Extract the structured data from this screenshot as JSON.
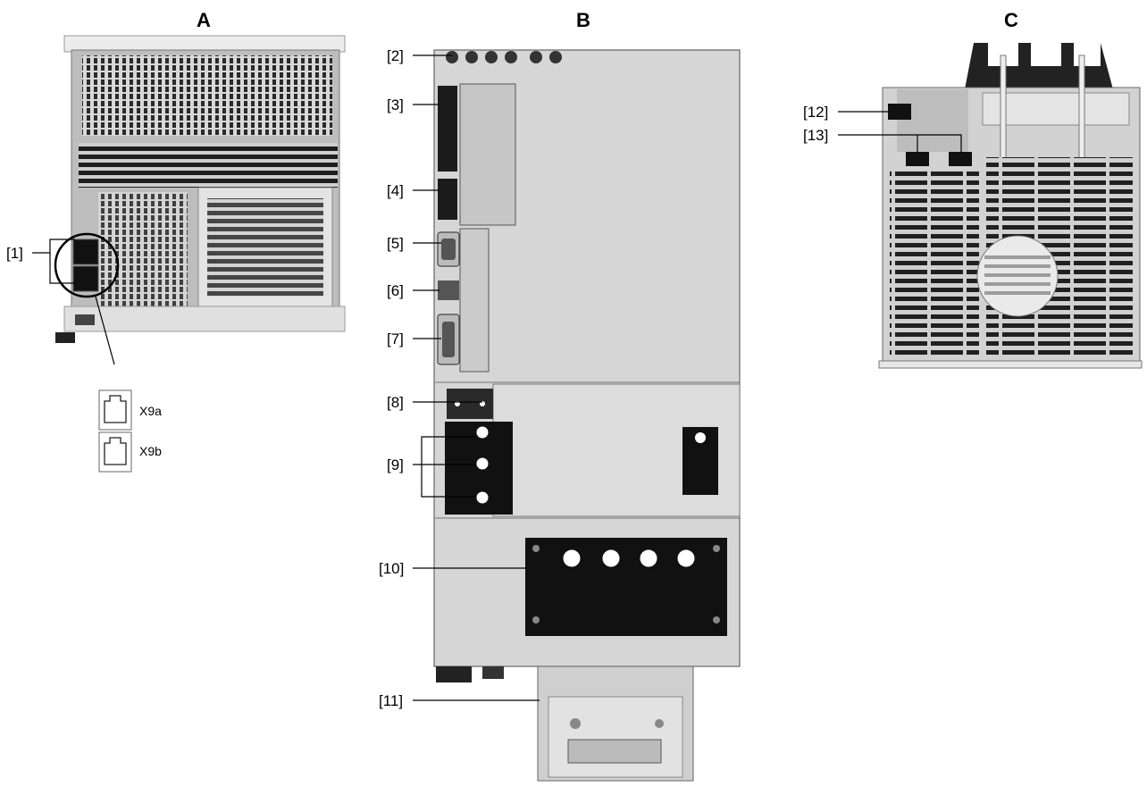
{
  "views": {
    "a": {
      "title": "A"
    },
    "b": {
      "title": "B"
    },
    "c": {
      "title": "C"
    }
  },
  "callouts": {
    "c1": "[1]",
    "c2": "[2]",
    "c3": "[3]",
    "c4": "[4]",
    "c5": "[5]",
    "c6": "[6]",
    "c7": "[7]",
    "c8": "[8]",
    "c9": "[9]",
    "c10": "[10]",
    "c11": "[11]",
    "c12": "[12]",
    "c13": "[13]"
  },
  "ports": {
    "x9a": "X9a",
    "x9b": "X9b"
  },
  "colors": {
    "housing": "#e2e2e2",
    "panel": "#d4d4d4",
    "dark": "#151515",
    "vent": "#2a2a2a"
  }
}
